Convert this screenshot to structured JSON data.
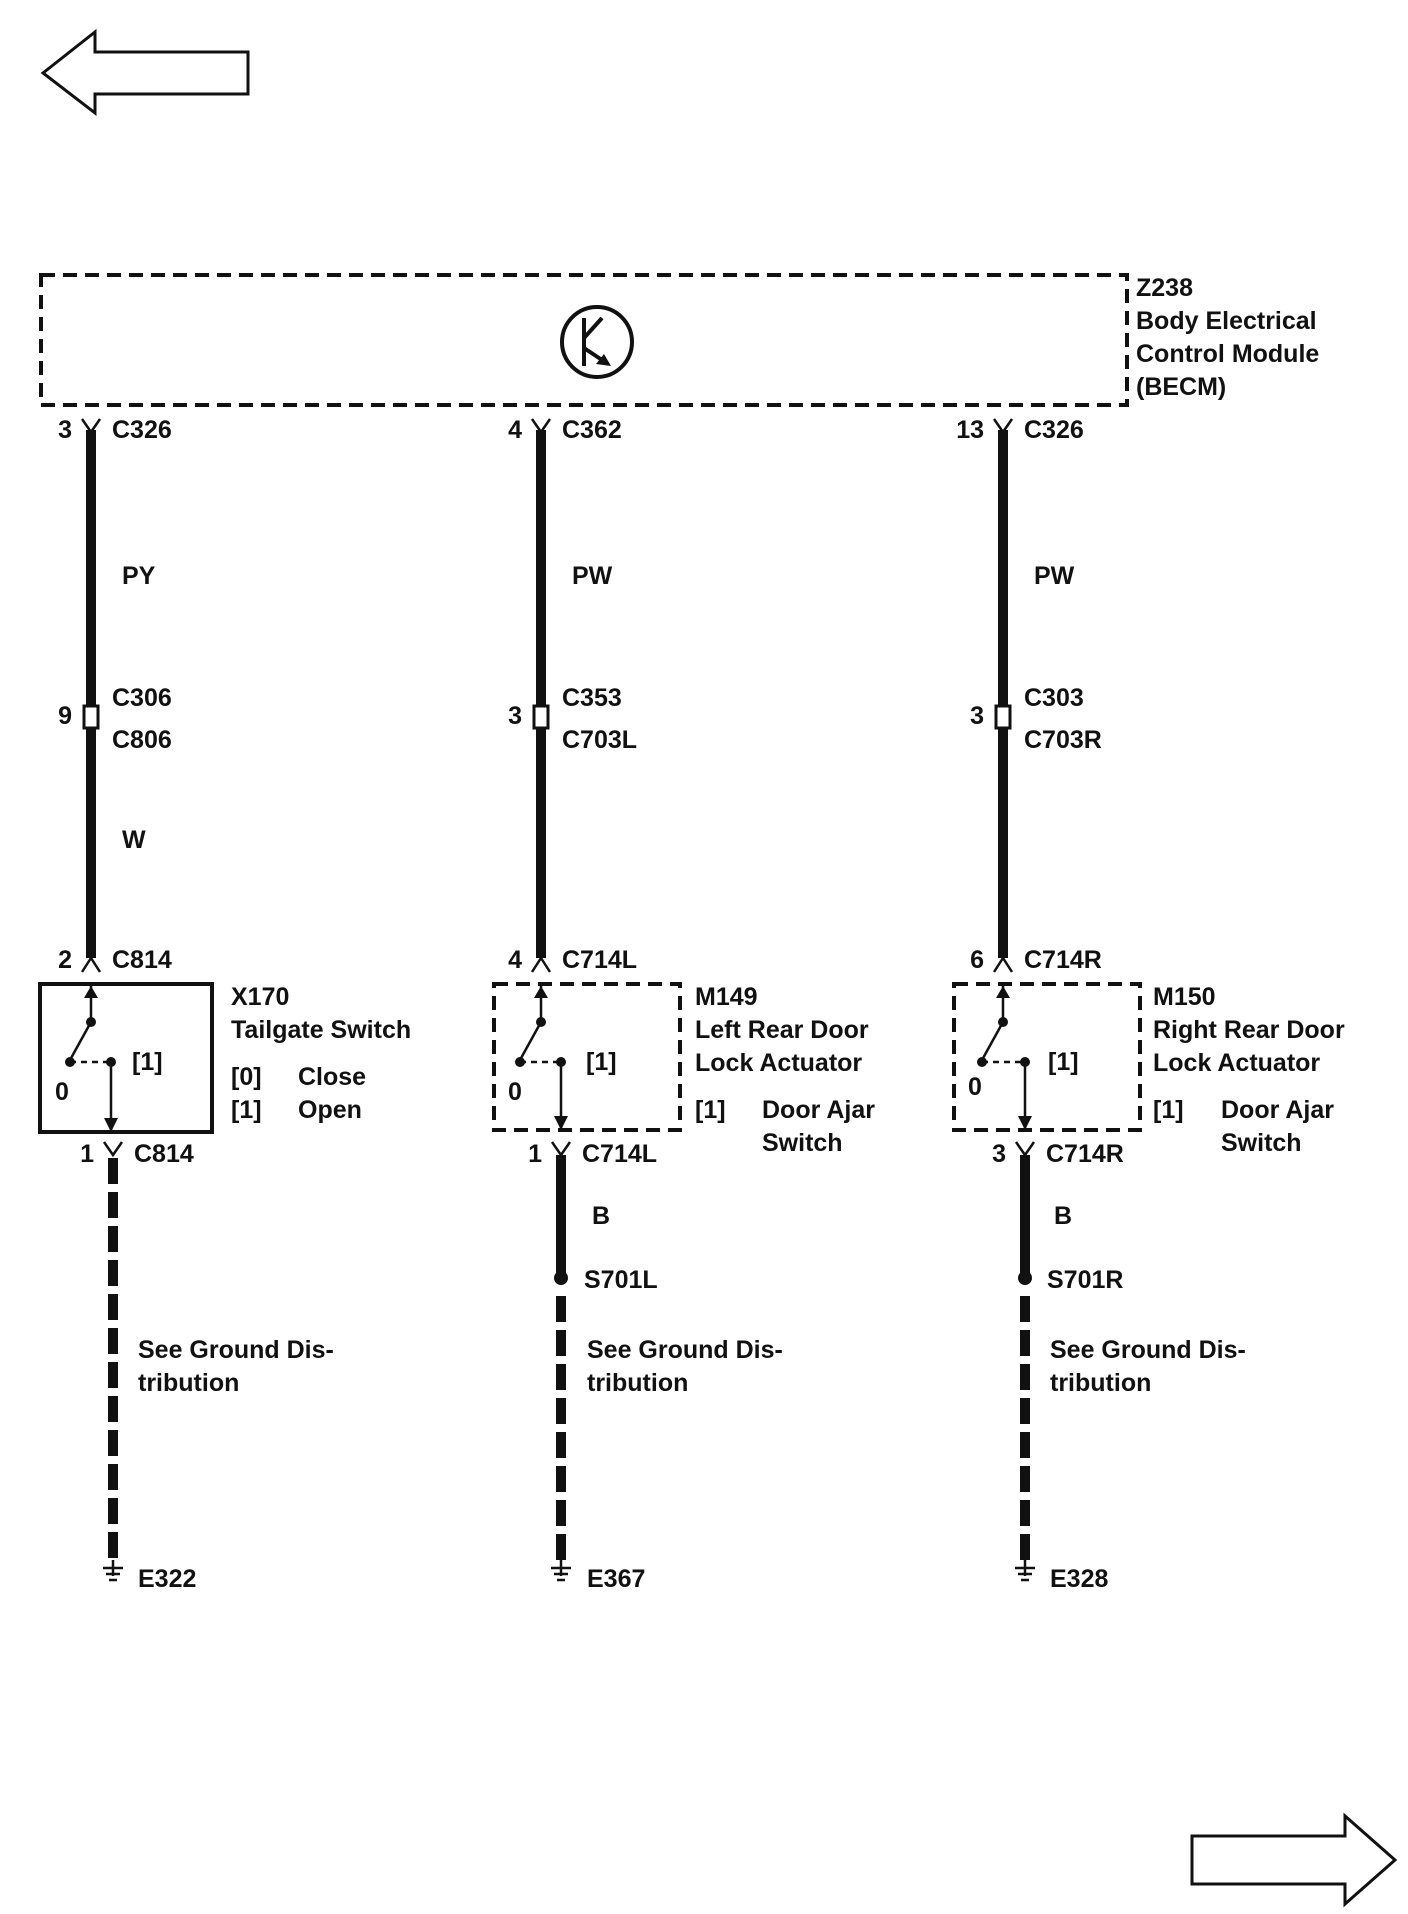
{
  "nav": {
    "back_icon": "left-arrow-icon",
    "forward_icon": "right-arrow-icon"
  },
  "module": {
    "id": "Z238",
    "name_line1": "Body Electrical",
    "name_line2": "Control Module",
    "name_line3": "(BECM)",
    "icon": "transistor-icon"
  },
  "circuits": [
    {
      "top_pin": "3",
      "top_connector": "C326",
      "wire_color_upper": "PY",
      "inline_pin": "9",
      "inline_connector_1": "C306",
      "inline_connector_2": "C806",
      "wire_color_lower": "W",
      "comp_top_pin": "2",
      "comp_top_connector": "C814",
      "component_id": "X170",
      "component_line1": "Tailgate Switch",
      "component_line2": "",
      "states": [
        {
          "code": "[0]",
          "desc": "Close"
        },
        {
          "code": "[1]",
          "desc": "Open"
        }
      ],
      "switch_pos_0": "0",
      "switch_pos_1": "[1]",
      "comp_bottom_pin": "1",
      "comp_bottom_connector": "C814",
      "ground_wire_color": "",
      "splice": "",
      "ground_note_line1": "See Ground Dis-",
      "ground_note_line2": "tribution",
      "ground": "E322"
    },
    {
      "top_pin": "4",
      "top_connector": "C362",
      "wire_color_upper": "PW",
      "inline_pin": "3",
      "inline_connector_1": "C353",
      "inline_connector_2": "C703L",
      "wire_color_lower": "",
      "comp_top_pin": "4",
      "comp_top_connector": "C714L",
      "component_id": "M149",
      "component_line1": "Left Rear Door",
      "component_line2": "Lock Actuator",
      "states": [
        {
          "code": "[1]",
          "desc": "Door Ajar",
          "desc2": "Switch"
        }
      ],
      "switch_pos_0": "0",
      "switch_pos_1": "[1]",
      "comp_bottom_pin": "1",
      "comp_bottom_connector": "C714L",
      "ground_wire_color": "B",
      "splice": "S701L",
      "ground_note_line1": "See Ground Dis-",
      "ground_note_line2": "tribution",
      "ground": "E367"
    },
    {
      "top_pin": "13",
      "top_connector": "C326",
      "wire_color_upper": "PW",
      "inline_pin": "3",
      "inline_connector_1": "C303",
      "inline_connector_2": "C703R",
      "wire_color_lower": "",
      "comp_top_pin": "6",
      "comp_top_connector": "C714R",
      "component_id": "M150",
      "component_line1": "Right Rear Door",
      "component_line2": "Lock Actuator",
      "states": [
        {
          "code": "[1]",
          "desc": "Door Ajar",
          "desc2": "Switch"
        }
      ],
      "switch_pos_0": "0",
      "switch_pos_1": "[1]",
      "comp_bottom_pin": "3",
      "comp_bottom_connector": "C714R",
      "ground_wire_color": "B",
      "splice": "S701R",
      "ground_note_line1": "See Ground Dis-",
      "ground_note_line2": "tribution",
      "ground": "E328"
    }
  ]
}
